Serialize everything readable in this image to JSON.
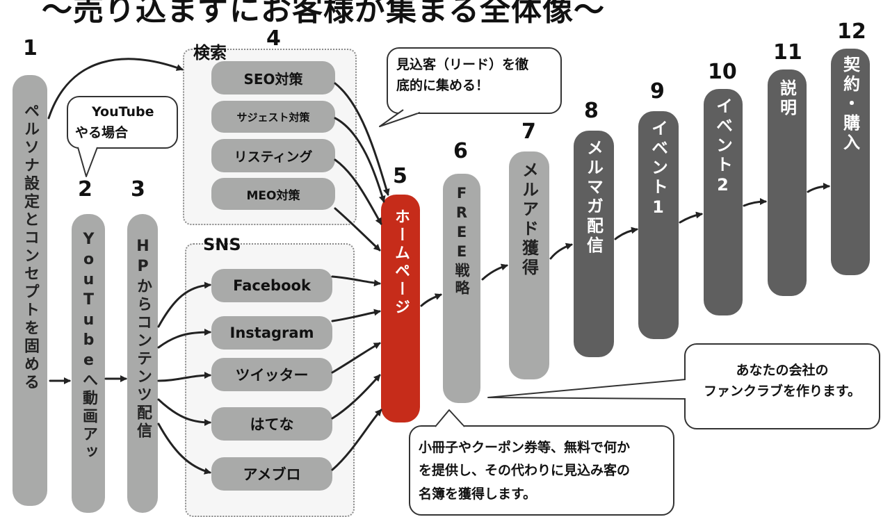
{
  "title": "〜売り込まずにお客様が集まる全体像〜",
  "steps": [
    {
      "num": "1",
      "label": "ペルソナ設定とコンセプトを固める"
    },
    {
      "num": "2",
      "label": "YouTubeへ動画アッ"
    },
    {
      "num": "3",
      "label": "HPからコンテンツ配信"
    },
    {
      "num": "4"
    },
    {
      "num": "5",
      "label": "ホームページ"
    },
    {
      "num": "6",
      "label": "FREE戦略"
    },
    {
      "num": "7",
      "label": "メルアド獲得"
    },
    {
      "num": "8",
      "label": "メルマガ配信"
    },
    {
      "num": "9",
      "label": "イベント1"
    },
    {
      "num": "10",
      "label": "イベント2"
    },
    {
      "num": "11",
      "label": "説明"
    },
    {
      "num": "12",
      "label": "契約・購入"
    }
  ],
  "search_group": {
    "label": "検索",
    "items": [
      "SEO対策",
      "サジェスト対策",
      "リスティング",
      "MEO対策"
    ]
  },
  "sns_group": {
    "label": "SNS",
    "items": [
      "Facebook",
      "Instagram",
      "ツイッター",
      "はてな",
      "アメブロ"
    ]
  },
  "bubbles": {
    "youtube_line1": "YouTube",
    "youtube_line2": "やる場合",
    "lead_line1": "見込客（リード）を徹",
    "lead_line2": "底的に集める！",
    "fanclub_line1": "あなたの会社の",
    "fanclub_line2": "ファンクラブを作ります。",
    "free_line1": "小冊子やクーポン券等、無料で何か",
    "free_line2": "を提供し、その代わりに見込み客の",
    "free_line3": "名簿を獲得します。"
  },
  "colors": {
    "highlight": "#c62c1a",
    "light_box": "#a9aaa9",
    "dark_box": "#5f5f5f"
  }
}
